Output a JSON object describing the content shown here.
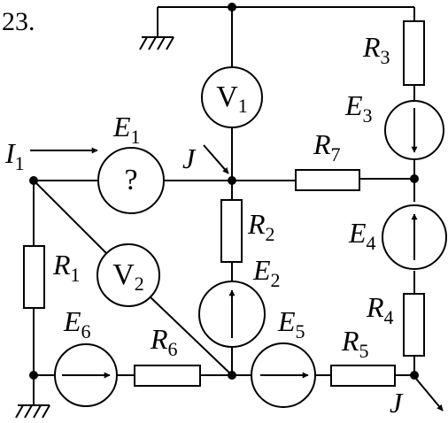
{
  "problem_number": "23.",
  "labels": {
    "I1": {
      "main": "I",
      "sub": "1"
    },
    "J_top": {
      "main": "J"
    },
    "J_bottom": {
      "main": "J"
    },
    "E1": {
      "main": "E",
      "sub": "1"
    },
    "E2": {
      "main": "E",
      "sub": "2"
    },
    "E3": {
      "main": "E",
      "sub": "3"
    },
    "E4": {
      "main": "E",
      "sub": "4"
    },
    "E5": {
      "main": "E",
      "sub": "5"
    },
    "E6": {
      "main": "E",
      "sub": "6"
    },
    "R1": {
      "main": "R",
      "sub": "1"
    },
    "R2": {
      "main": "R",
      "sub": "2"
    },
    "R3": {
      "main": "R",
      "sub": "3"
    },
    "R4": {
      "main": "R",
      "sub": "4"
    },
    "R5": {
      "main": "R",
      "sub": "5"
    },
    "R6": {
      "main": "R",
      "sub": "6"
    },
    "R7": {
      "main": "R",
      "sub": "7"
    }
  },
  "meters": {
    "V1": {
      "main": "V",
      "sub": "1"
    },
    "V2": {
      "main": "V",
      "sub": "2"
    }
  },
  "unknown_source_symbol": "?"
}
